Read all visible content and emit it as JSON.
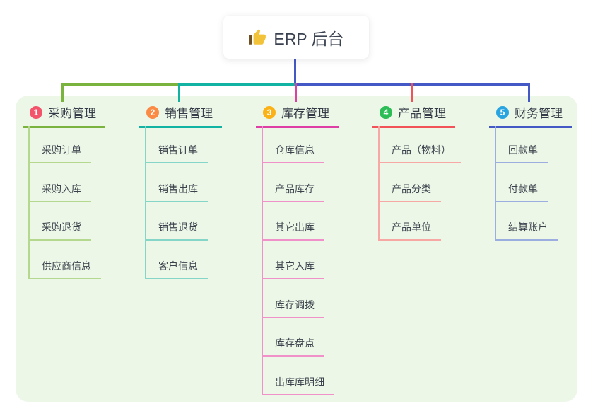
{
  "root": {
    "label": "ERP 后台",
    "icon": "thumbs-up-icon",
    "icon_colors": {
      "hand": "#f2c238",
      "sleeve": "#704f23"
    },
    "stem_color": "#4459c5"
  },
  "panel": {
    "background": "#edf7e8"
  },
  "text_color": "#3d434d",
  "branches": [
    {
      "number": "1",
      "label": "采购管理",
      "badge_color": "#f3536b",
      "line_color": "#7ab43f",
      "child_line_color": "#b4d98e",
      "children": [
        "采购订单",
        "采购入库",
        "采购退货",
        "供应商信息"
      ]
    },
    {
      "number": "2",
      "label": "销售管理",
      "badge_color": "#fb8b44",
      "line_color": "#12b3a2",
      "child_line_color": "#85d6c9",
      "children": [
        "销售订单",
        "销售出库",
        "销售退货",
        "客户信息"
      ]
    },
    {
      "number": "3",
      "label": "库存管理",
      "badge_color": "#fbb216",
      "line_color": "#dd3fa4",
      "child_line_color": "#f191c9",
      "children": [
        "仓库信息",
        "产品库存",
        "其它出库",
        "其它入库",
        "库存调拨",
        "库存盘点",
        "出库库明细"
      ]
    },
    {
      "number": "4",
      "label": "产品管理",
      "badge_color": "#2dbd57",
      "line_color": "#f25358",
      "child_line_color": "#f7a8a5",
      "children": [
        "产品（物料）",
        "产品分类",
        "产品单位"
      ]
    },
    {
      "number": "5",
      "label": "财务管理",
      "badge_color": "#28a4e0",
      "line_color": "#4459c5",
      "child_line_color": "#9cade0",
      "children": [
        "回款单",
        "付款单",
        "结算账户"
      ]
    }
  ]
}
